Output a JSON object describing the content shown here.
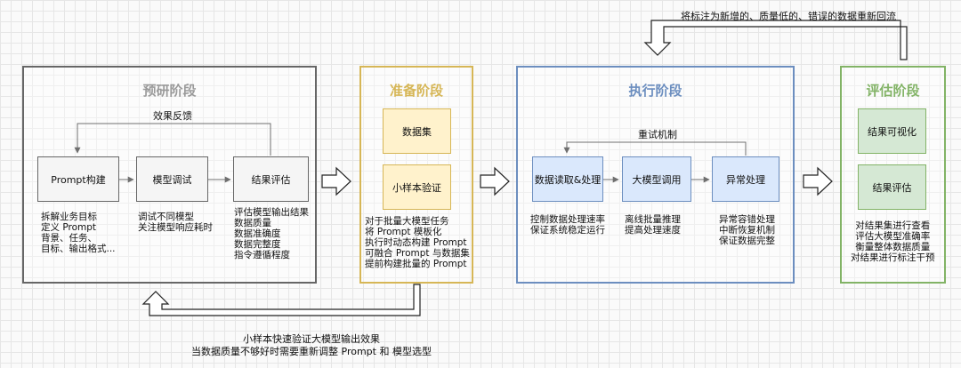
{
  "feedback_top": "将标注为新增的、质量低的、错误的数据重新回流",
  "feedback_bottom": "小样本快速验证大模型输出效果\n当数据质量不够好时需要重新调整 Prompt 和 模型选型",
  "phases": {
    "research": {
      "title": "预研阶段",
      "loop_label": "效果反馈",
      "nodes": [
        "Prompt构建",
        "模型调试",
        "结果评估"
      ],
      "notes": [
        "拆解业务目标\n定义 Prompt\n背景、任务、\n目标、输出格式...",
        "调试不同模型\n关注模型响应耗时",
        "评估模型输出结果\n数据质量\n数据准确度\n数据完整度\n指令遵循程度"
      ]
    },
    "prepare": {
      "title": "准备阶段",
      "nodes": [
        "数据集",
        "小样本验证"
      ],
      "note": "对于批量大模型任务\n将 Prompt 模板化\n执行时动态构建 Prompt\n可融合 Prompt 与数据集\n提前构建批量的 Prompt"
    },
    "execute": {
      "title": "执行阶段",
      "loop_label": "重试机制",
      "nodes": [
        "数据读取&处理",
        "大模型调用",
        "异常处理"
      ],
      "notes": [
        "控制数据处理速率\n保证系统稳定运行",
        "离线批量推理\n提高处理速度",
        "异常容错处理\n中断恢复机制\n保证数据完整"
      ]
    },
    "evaluate": {
      "title": "评估阶段",
      "nodes": [
        "结果可视化",
        "结果评估"
      ],
      "note": "对结果集进行查看\n评估大模型准确率\n衡量整体数据质量\n对结果进行标注干预"
    }
  },
  "colors": {
    "research_border": "#666666",
    "research_title": "#9a9a9a",
    "prepare_border": "#d6b656",
    "prepare_title": "#d6b656",
    "prepare_fill": "#fff2cc",
    "execute_border": "#6c8ebf",
    "execute_title": "#6c8ebf",
    "execute_fill": "#dae8fc",
    "evaluate_border": "#82b366",
    "evaluate_title": "#82b366",
    "evaluate_fill": "#d5e8d4",
    "gray_fill": "#f5f5f5"
  }
}
